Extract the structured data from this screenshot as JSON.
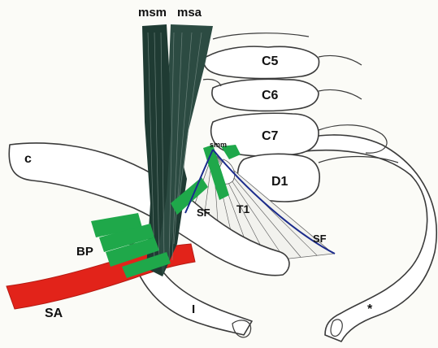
{
  "labels": {
    "msm": "msm",
    "msa": "msa",
    "c5": "C5",
    "c6": "C6",
    "c7": "C7",
    "d1": "D1",
    "c": "c",
    "smm": "smm",
    "t1": "T1",
    "sf_inner": "SF",
    "sf_outer": "SF",
    "bp": "BP",
    "sa": "SA",
    "rib": "I",
    "asterisk": "*"
  },
  "colors": {
    "artery": "#e2231a",
    "plexus": "#1fa84a",
    "muscle": "#1f3b33",
    "fascia_line": "#1b2b8c",
    "bone_outline": "#3b3b3b"
  }
}
